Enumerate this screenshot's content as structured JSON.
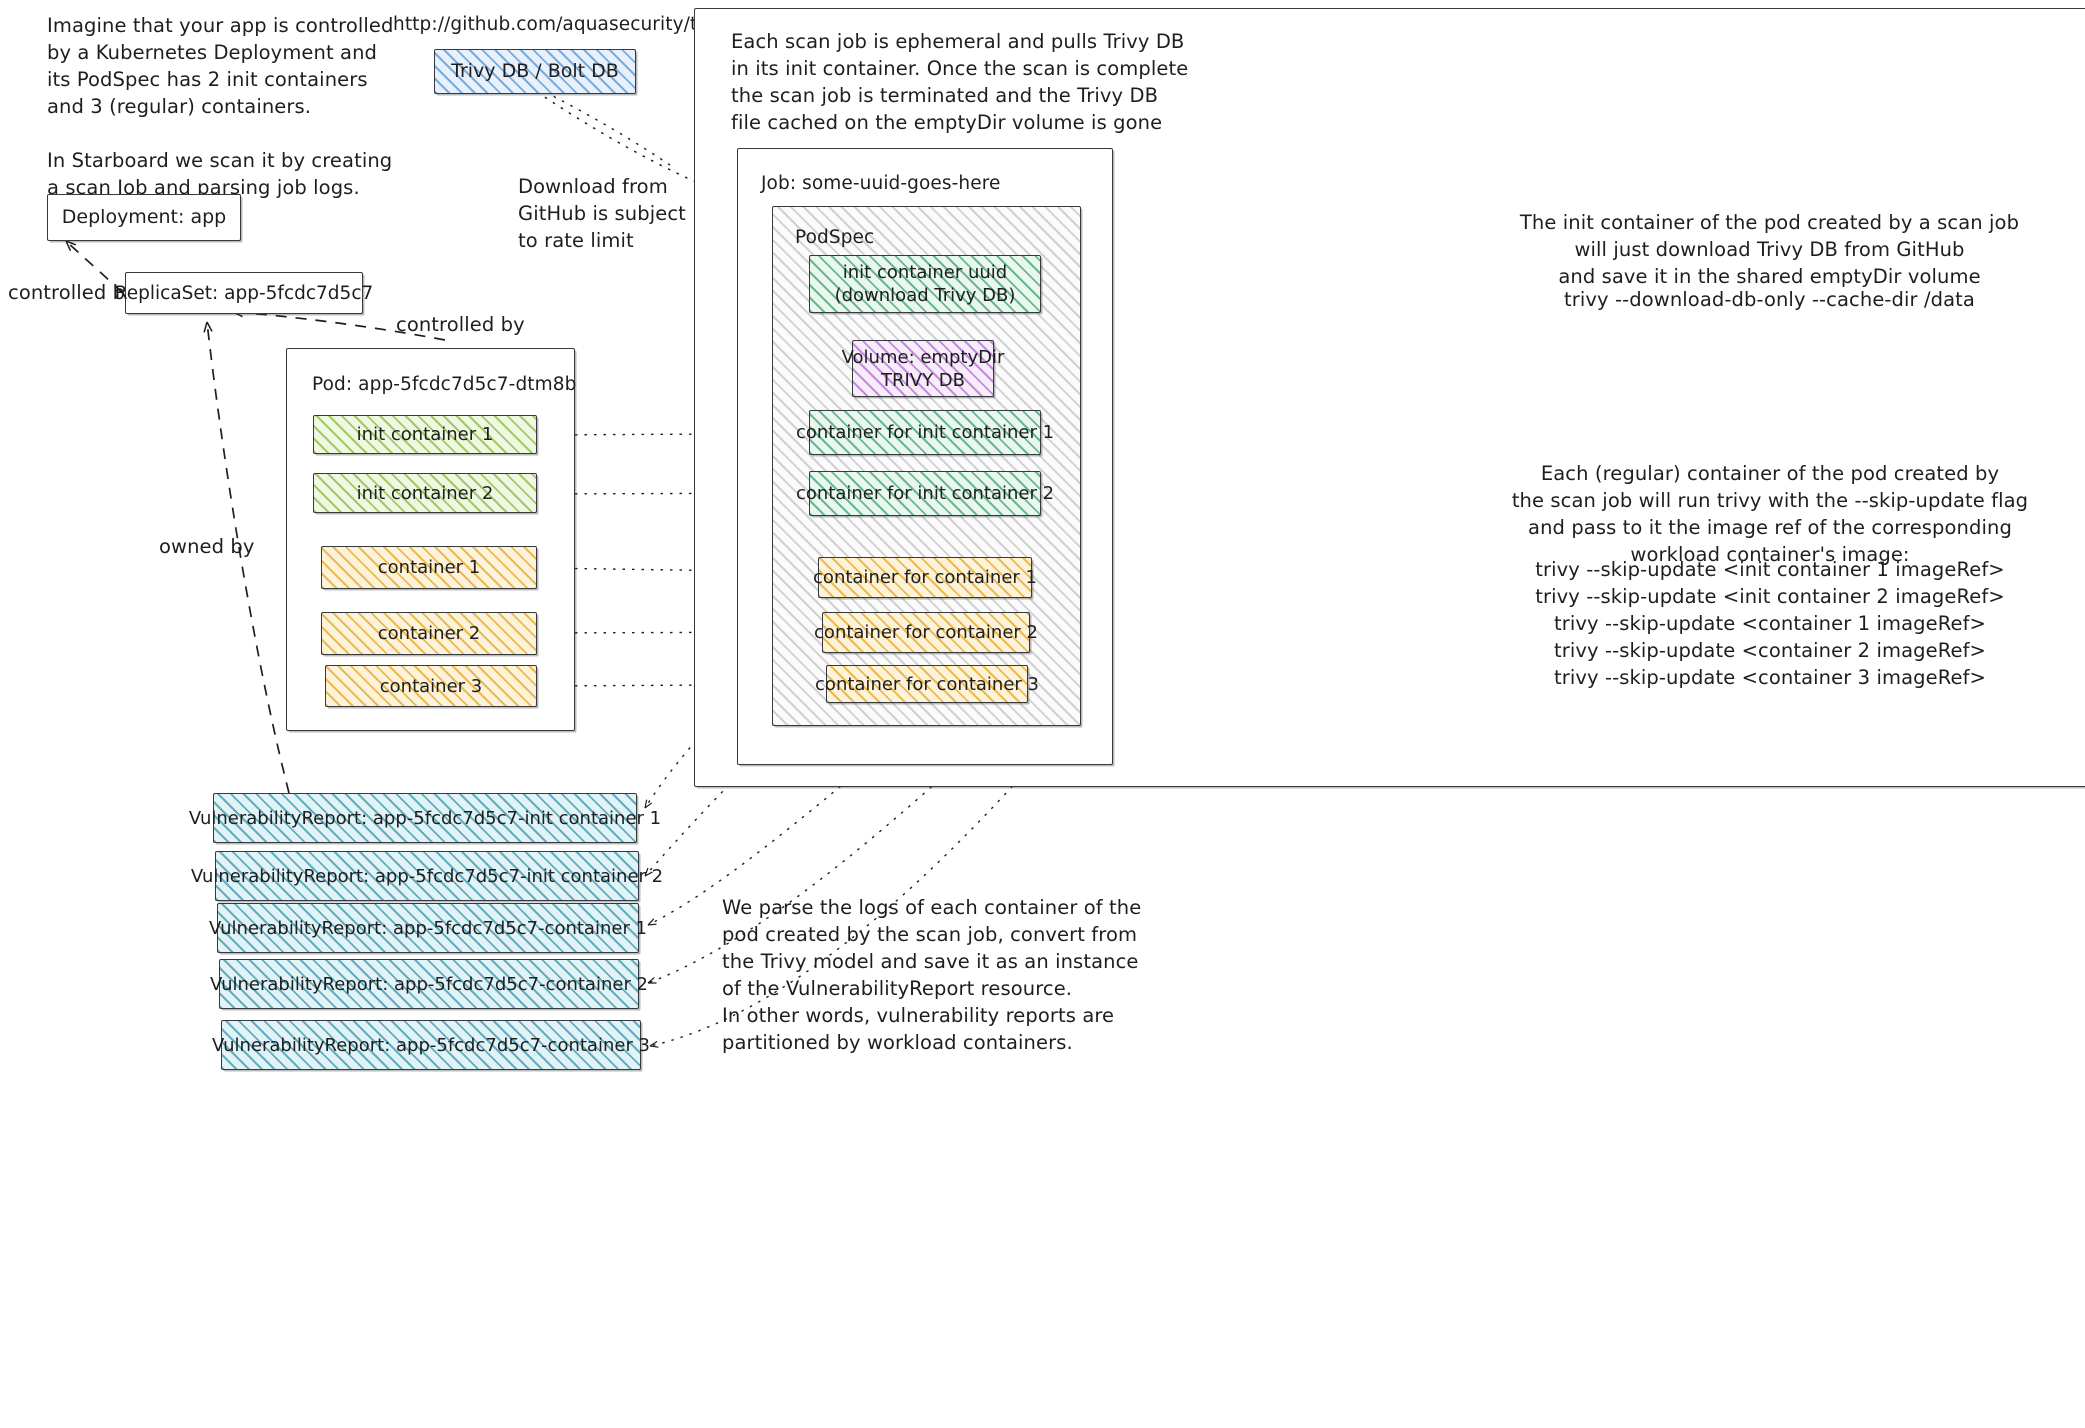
{
  "notes": {
    "intro": "Imagine that your app is controlled\nby a Kubernetes Deployment and\nits PodSpec has 2 init containers\nand 3 (regular) containers.\n\nIn Starboard we scan it by creating\na scan Job and parsing job logs.",
    "trivy_db_url": "http://github.com/aquasecurity/tirvy-db",
    "download_rate_limit": "Download from\nGitHub is subject\nto rate limit",
    "controlled_by_deployment": "controlled by",
    "controlled_by_replicaset": "controlled by",
    "owned_by": "owned by",
    "ephemeral_job": "Each scan job is ephemeral and pulls Trivy DB\nin its init container. Once the scan is complete\nthe scan job is terminated and the Trivy DB\nfile cached on the emptyDir volume is gone",
    "init_container_explainer": "The init container of the pod created by a scan job\nwill just download Trivy DB from GitHub\nand save it in the shared emptyDir volume",
    "init_container_command": "trivy --download-db-only --cache-dir /data",
    "regular_container_explainer": "Each (regular) container of the pod created by\nthe scan job will run trivy with the --skip-update flag\nand pass to it the image ref of the corresponding\nworkload container's image:",
    "regular_container_commands": "trivy --skip-update <init container 1 imageRef>\ntrivy --skip-update <init container 2 imageRef>\ntrivy --skip-update <container 1 imageRef>\ntrivy --skip-update <container 2 imageRef>\ntrivy --skip-update <container 3 imageRef>",
    "parse_logs": "We parse the logs of each container of the\npod created by the scan job, convert from\nthe Trivy model and save it as an instance\nof the VulnerabilityReport resource.\nIn other words, vulnerability reports are\npartitioned by workload containers."
  },
  "nodes": {
    "trivy_db": "Trivy DB / Bolt DB",
    "deployment": "Deployment: app",
    "replicaset": "ReplicaSet: app-5fcdc7d5c7",
    "pod_label": "Pod: app-5fcdc7d5c7-dtm8b",
    "job_label": "Job: some-uuid-goes-here",
    "podspec_label": "PodSpec",
    "scan_init_container": "init container uuid\n(download Trivy DB)",
    "volume": "Volume: emptyDir\nTRIVY DB"
  },
  "pod_containers": [
    {
      "label": "init container 1",
      "kind": "init"
    },
    {
      "label": "init container 2",
      "kind": "init"
    },
    {
      "label": "container 1",
      "kind": "regular"
    },
    {
      "label": "container 2",
      "kind": "regular"
    },
    {
      "label": "container 3",
      "kind": "regular"
    }
  ],
  "job_containers": [
    {
      "label": "container for init container 1",
      "kind": "init"
    },
    {
      "label": "container for init container 2",
      "kind": "init"
    },
    {
      "label": "container for container 1",
      "kind": "regular"
    },
    {
      "label": "container for container 2",
      "kind": "regular"
    },
    {
      "label": "container for container 3",
      "kind": "regular"
    }
  ],
  "vulnerability_reports": [
    "VulnerabilityReport: app-5fcdc7d5c7-init container 1",
    "VulnerabilityReport: app-5fcdc7d5c7-init container 2",
    "VulnerabilityReport: app-5fcdc7d5c7-container 1",
    "VulnerabilityReport: app-5fcdc7d5c7-container 2",
    "VulnerabilityReport: app-5fcdc7d5c7-container 3"
  ],
  "colors": {
    "stroke": "#343a40",
    "blue": "#65a0db",
    "green": "#2f9e68",
    "light_green": "#8cbe46",
    "yellow": "#e8ac2c",
    "purple": "#ad62cd",
    "cyan": "#3896aa",
    "grey": "#828282"
  }
}
